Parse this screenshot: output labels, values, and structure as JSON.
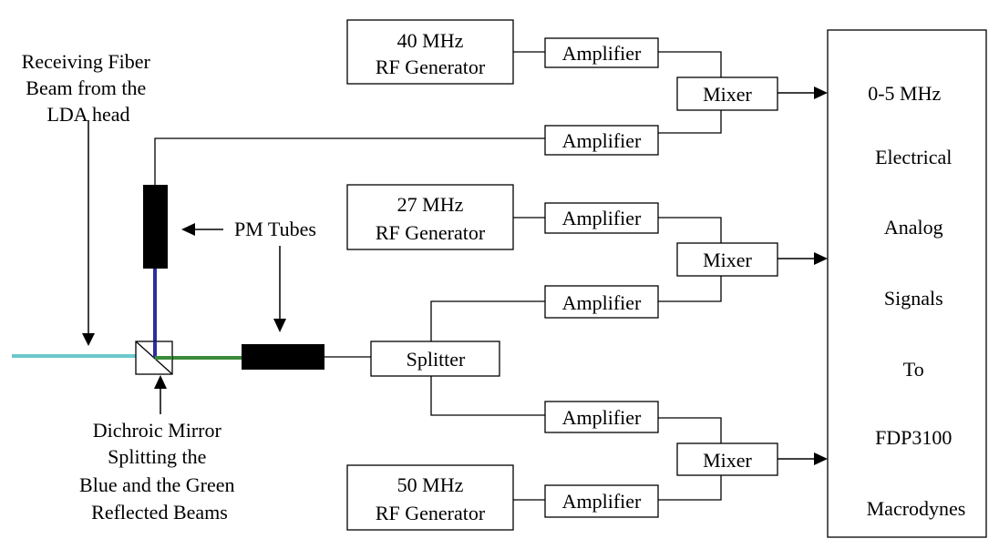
{
  "labels": {
    "receiving_fiber": [
      "Receiving Fiber",
      "Beam from the",
      "LDA head"
    ],
    "pm_tubes": "PM Tubes",
    "dichroic_mirror": [
      "Dichroic Mirror",
      "Splitting the",
      "Blue and the Green",
      "Reflected Beams"
    ]
  },
  "generators": {
    "g40": [
      "40 MHz",
      "RF Generator"
    ],
    "g27": [
      "27 MHz",
      "RF Generator"
    ],
    "g50": [
      "50 MHz",
      "RF Generator"
    ]
  },
  "amplifier_label": "Amplifier",
  "mixer_label": "Mixer",
  "splitter_label": "Splitter",
  "output_box": [
    "0-5 MHz",
    "Electrical",
    "Analog",
    "Signals",
    "To",
    "FDP3100",
    "Macrodynes"
  ],
  "colors": {
    "fiber": "#6cc8cc",
    "blue_beam": "#2d2d9e",
    "green_beam": "#3a8a3a"
  }
}
